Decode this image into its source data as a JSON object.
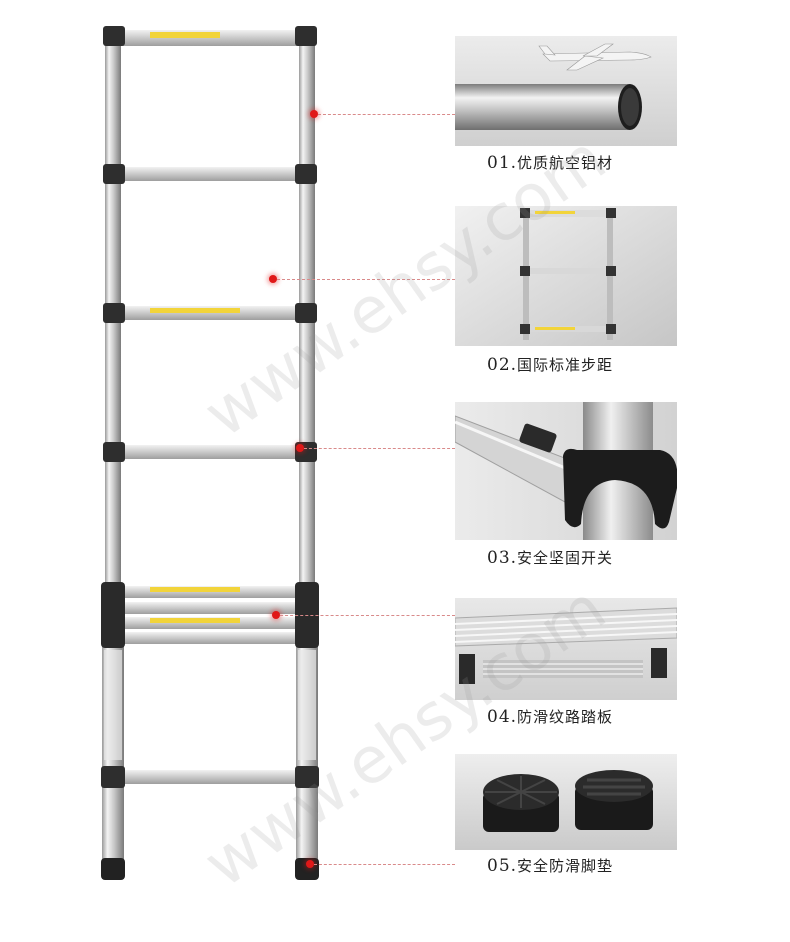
{
  "features": [
    {
      "number": "01.",
      "text": "优质航空铝材"
    },
    {
      "number": "02.",
      "text": "国际标准步距"
    },
    {
      "number": "03.",
      "text": "安全坚固开关"
    },
    {
      "number": "04.",
      "text": "防滑纹路踏板"
    },
    {
      "number": "05.",
      "text": "安全防滑脚垫"
    }
  ],
  "watermarks": [
    "www.ehsy.com",
    "www.ehsy.com"
  ],
  "colors": {
    "accent_dot": "#e01818",
    "leader_line": "#d98a8a",
    "warning_label": "#f2d43a"
  }
}
